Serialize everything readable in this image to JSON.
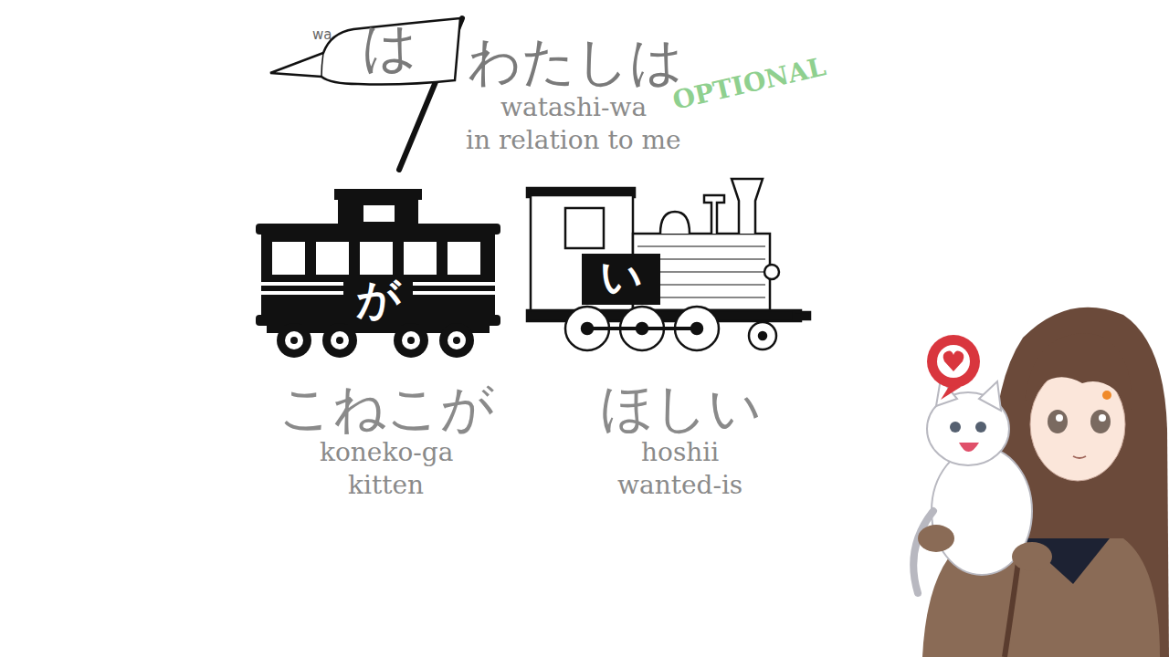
{
  "diagram": {
    "nodes": [
      {
        "text": [
          "wa",
          "は"
        ]
      },
      {
        "text": [
          "が"
        ]
      },
      {
        "text": [
          "い"
        ]
      }
    ],
    "labels": [
      "わたしは",
      "watashi-wa",
      "in relation to me",
      "OPTIONAL",
      "こねこが",
      "koneko-ga",
      "kitten",
      "ほしい",
      "hoshii",
      "wanted-is"
    ]
  }
}
